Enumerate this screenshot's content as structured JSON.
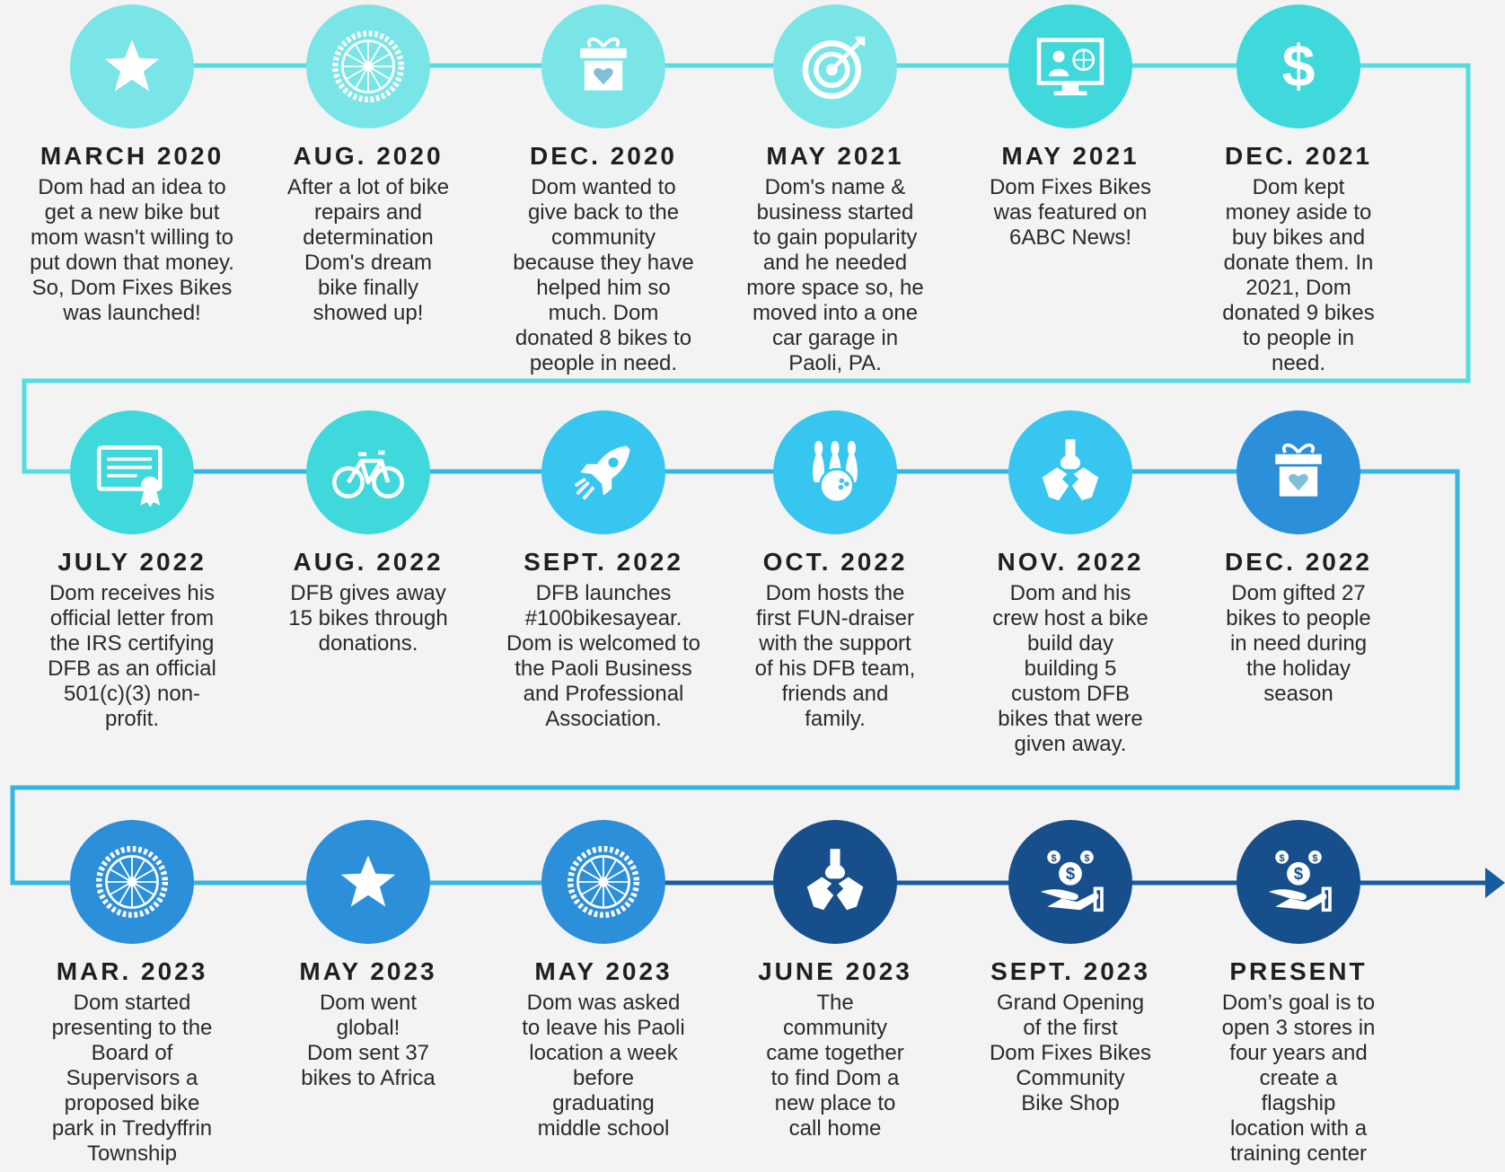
{
  "colors": {
    "row1_line": "#52dde0",
    "row2_line": "#33b6e2",
    "row3_line": "#2a8cd6",
    "row3_line_dark": "#155da0"
  },
  "milestones": [
    {
      "date": "MARCH 2020",
      "icon": "star-icon",
      "color": "#7ae5e6",
      "desc": "Dom had an idea to\nget a new bike but\nmom wasn't willing to\nput down that money.\nSo, Dom Fixes Bikes\nwas launched!"
    },
    {
      "date": "AUG. 2020",
      "icon": "wheel-icon",
      "color": "#7ae5e6",
      "desc": "After a lot of bike\nrepairs and\ndetermination\nDom's dream\nbike finally\nshowed up!"
    },
    {
      "date": "DEC. 2020",
      "icon": "gift-heart-icon",
      "color": "#7ae5e6",
      "desc": "Dom wanted to\ngive back to the\ncommunity\nbecause they have\nhelped him so\nmuch. Dom\ndonated 8 bikes to\npeople in need."
    },
    {
      "date": "MAY 2021",
      "icon": "target-icon",
      "color": "#7ae5e6",
      "desc": "Dom's name &\nbusiness started\nto gain popularity\nand he needed\nmore space so, he\nmoved into a one\ncar garage in\nPaoli, PA."
    },
    {
      "date": "MAY 2021",
      "icon": "news-monitor-icon",
      "color": "#3fd9dc",
      "desc": "Dom Fixes Bikes\nwas featured on\n6ABC News!"
    },
    {
      "date": "DEC. 2021",
      "icon": "dollar-icon",
      "color": "#3fd9dc",
      "desc": "Dom kept\nmoney aside to\nbuy bikes and\ndonate them. In\n2021, Dom\ndonated 9 bikes\nto people in\nneed."
    },
    {
      "date": "JULY 2022",
      "icon": "certificate-icon",
      "color": "#3fd9dc",
      "desc": "Dom receives his\nofficial letter from\nthe IRS certifying\nDFB as an official\n501(c)(3) non-\nprofit."
    },
    {
      "date": "AUG. 2022",
      "icon": "bicycle-icon",
      "color": "#3fd9dc",
      "desc": "DFB gives away\n15 bikes through\ndonations."
    },
    {
      "date": "SEPT. 2022",
      "icon": "rocket-icon",
      "color": "#37c6ef",
      "desc": "DFB launches\n#100bikesayear.\nDom is welcomed to\nthe Paoli Business\nand Professional\nAssociation."
    },
    {
      "date": "OCT. 2022",
      "icon": "bowling-icon",
      "color": "#37c6ef",
      "desc": "Dom hosts the\nfirst FUN-draiser\nwith the support\nof his DFB team,\nfriends and\nfamily."
    },
    {
      "date": "NOV. 2022",
      "icon": "helping-hands-icon",
      "color": "#37c6ef",
      "desc": "Dom and his\ncrew host a bike\nbuild day\nbuilding 5\ncustom DFB\nbikes that were\ngiven away."
    },
    {
      "date": "DEC. 2022",
      "icon": "gift-heart-icon",
      "color": "#2b8fd9",
      "desc": "Dom gifted  27\nbikes to people\nin need during\nthe holiday\nseason"
    },
    {
      "date": "MAR. 2023",
      "icon": "wheel-icon",
      "color": "#2b8fd9",
      "desc": "Dom started\npresenting to the\nBoard of\nSupervisors a\nproposed bike\npark in Tredyffrin\nTownship"
    },
    {
      "date": "MAY 2023",
      "icon": "star-icon",
      "color": "#2b8fd9",
      "desc": "Dom went\nglobal!\nDom sent 37\nbikes to Africa"
    },
    {
      "date": "MAY 2023",
      "icon": "wheel-icon",
      "color": "#2b8fd9",
      "desc": "Dom was asked\nto leave his Paoli\nlocation a week\nbefore\ngraduating\nmiddle school"
    },
    {
      "date": "JUNE 2023",
      "icon": "helping-hands-icon",
      "color": "#164f8c",
      "desc": "The\ncommunity\ncame together\nto find Dom a\nnew place to\ncall home"
    },
    {
      "date": "SEPT. 2023",
      "icon": "money-hand-icon",
      "color": "#164f8c",
      "desc": "Grand Opening\nof the first\nDom Fixes Bikes\nCommunity\nBike Shop"
    },
    {
      "date": "PRESENT",
      "icon": "money-hand-icon",
      "color": "#164f8c",
      "desc": "Dom’s goal is to\nopen 3 stores in\nfour years and\ncreate a\nflagship\nlocation with a\ntraining center"
    }
  ]
}
